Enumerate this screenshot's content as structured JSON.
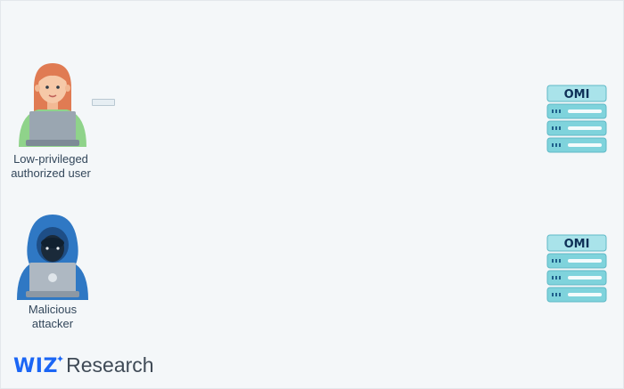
{
  "actors": {
    "user": {
      "label_line1": "Low-privileged",
      "label_line2": "authorized user"
    },
    "attacker": {
      "label_line1": "Malicious",
      "label_line2": "attacker"
    }
  },
  "servers": [
    {
      "title": "OMI"
    },
    {
      "title": "OMI"
    }
  ],
  "logo": {
    "brand": "WIZ",
    "suffix": "Research"
  },
  "colors": {
    "background": "#f4f7f9",
    "server_body": "#7fd3dc",
    "server_lines": "#1f5f8b",
    "user_shirt": "#8fd38a",
    "user_hair": "#e07b53",
    "attacker_hood": "#2f78c4",
    "laptop": "#9aa6b1",
    "brand": "#1b66f5"
  }
}
